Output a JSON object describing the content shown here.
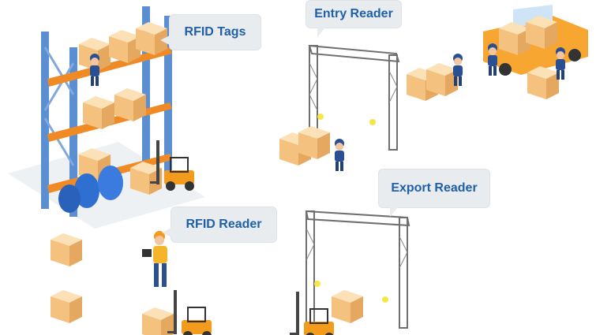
{
  "labels": {
    "rfid_tags": "RFID Tags",
    "entry_reader": "Entry Reader",
    "rfid_reader": "RFID Reader",
    "export_reader": "Export Reader"
  },
  "colors": {
    "label_text": "#1f5fa8",
    "bubble_bg": "#e9ecef",
    "shelf_frame": "#5b8fd1",
    "shelf_beam": "#f08a24",
    "box": "#f6c98b",
    "forklift": "#f29b1d",
    "truck": "#f7a632",
    "worker_uniform": "#2b4f93",
    "barrel": "#2f6fd0",
    "gate_frame": "#6f6f6f"
  },
  "icons": [
    "warehouse-shelf-icon",
    "cardboard-box-icon",
    "forklift-icon",
    "worker-icon",
    "barrel-icon",
    "rfid-gate-icon",
    "delivery-truck-icon",
    "handheld-scanner-icon"
  ]
}
